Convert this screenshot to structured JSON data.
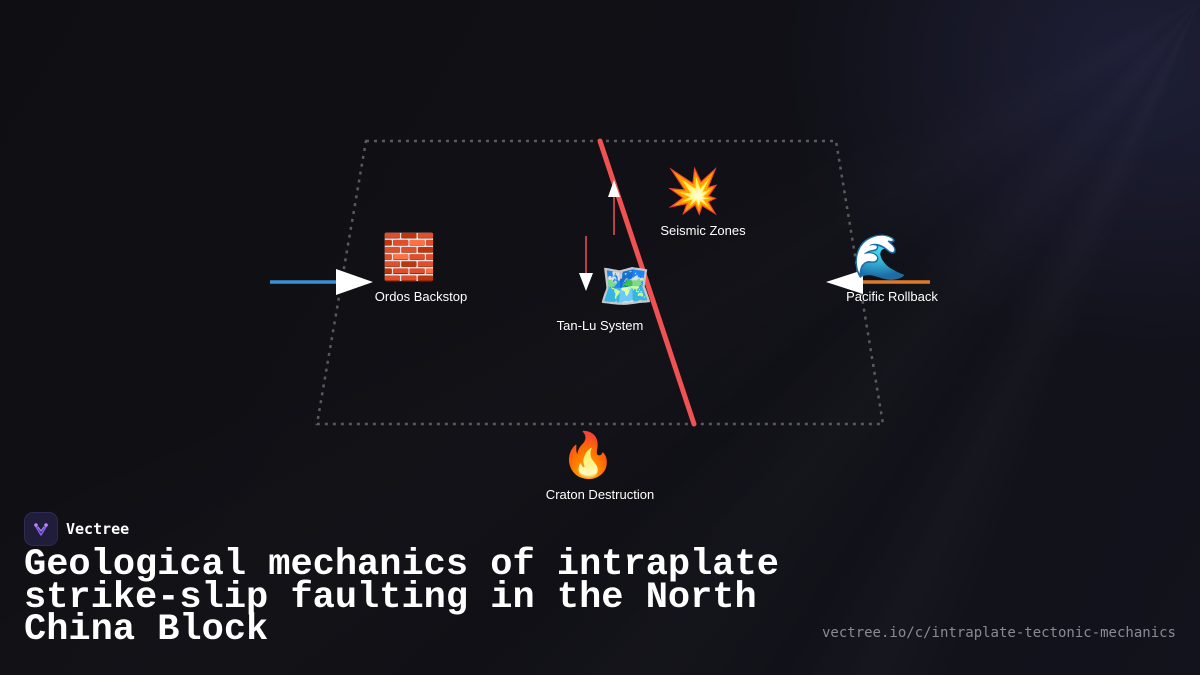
{
  "nodes": {
    "seismic": {
      "icon": "💥",
      "icon_name": "explosion-icon",
      "label": "Seismic Zones"
    },
    "ordos": {
      "icon": "🧱",
      "icon_name": "brick-wall-icon",
      "label": "Ordos Backstop"
    },
    "tanlu": {
      "icon": "🗺️",
      "icon_name": "map-icon",
      "label": "Tan-Lu System"
    },
    "pacific": {
      "icon": "🌊",
      "icon_name": "wave-icon",
      "label": "Pacific Rollback"
    },
    "craton": {
      "icon": "🔥",
      "icon_name": "fire-icon",
      "label": "Craton Destruction"
    }
  },
  "colors": {
    "fault": "#f05252",
    "west_arrow": "#3a8fd6",
    "east_arrow": "#e07a2a",
    "block_outline": "#5a5a5e",
    "background": "#0f0f13"
  },
  "brand": {
    "name": "Vectree"
  },
  "title": "Geological mechanics of intraplate strike-slip faulting in the North China Block",
  "url": "vectree.io/c/intraplate-tectonic-mechanics"
}
